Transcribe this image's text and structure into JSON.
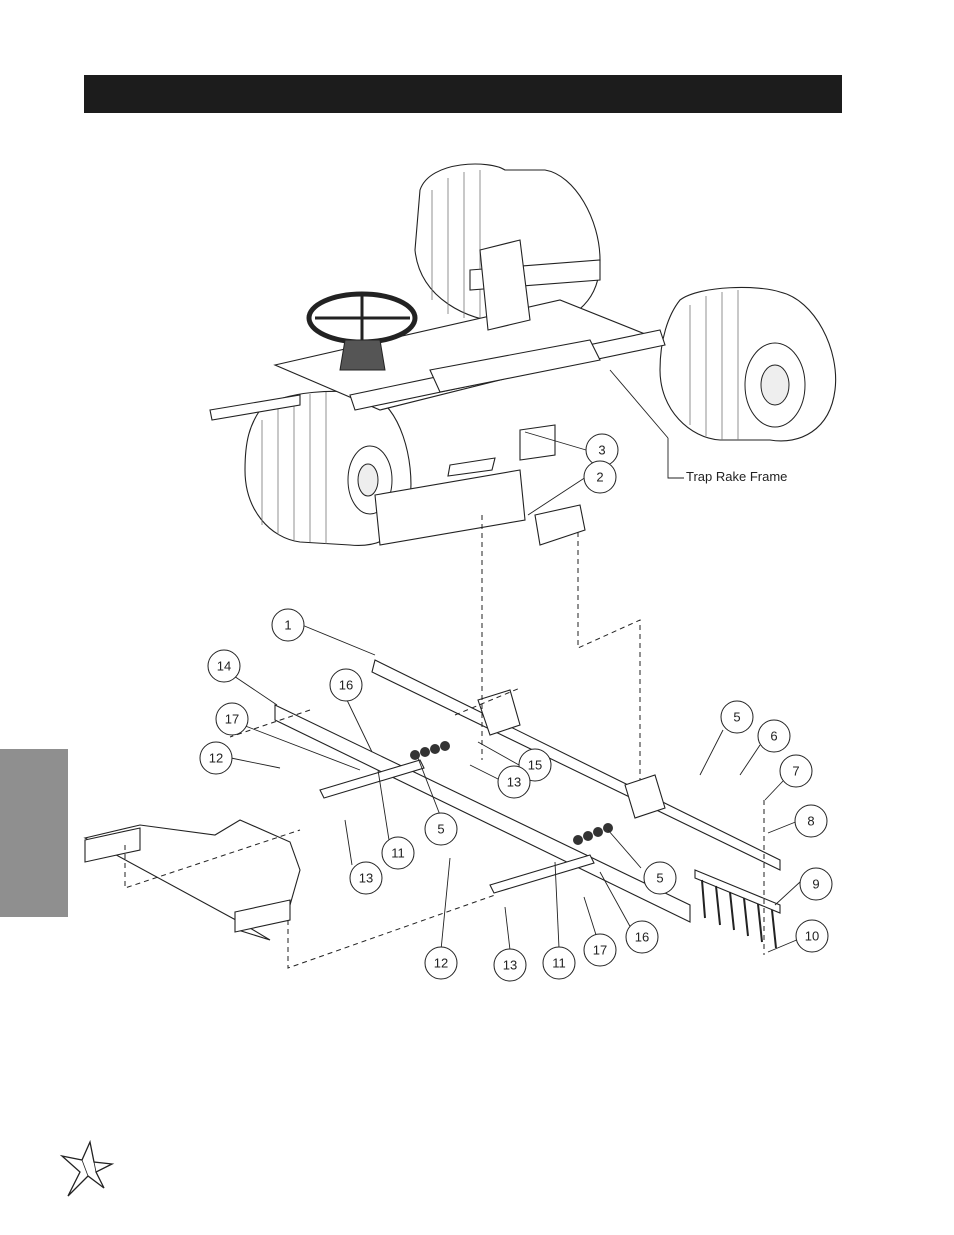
{
  "callouts": [
    {
      "id": "c3",
      "label": "3"
    },
    {
      "id": "c2",
      "label": "2"
    },
    {
      "id": "c1",
      "label": "1"
    },
    {
      "id": "c14",
      "label": "14"
    },
    {
      "id": "c16a",
      "label": "16"
    },
    {
      "id": "c17a",
      "label": "17"
    },
    {
      "id": "c12a",
      "label": "12"
    },
    {
      "id": "c15",
      "label": "15"
    },
    {
      "id": "c13a",
      "label": "13"
    },
    {
      "id": "c5a",
      "label": "5"
    },
    {
      "id": "c11a",
      "label": "11"
    },
    {
      "id": "c13b",
      "label": "13"
    },
    {
      "id": "c5b",
      "label": "5"
    },
    {
      "id": "c6",
      "label": "6"
    },
    {
      "id": "c7",
      "label": "7"
    },
    {
      "id": "c8",
      "label": "8"
    },
    {
      "id": "c5c",
      "label": "5"
    },
    {
      "id": "c9",
      "label": "9"
    },
    {
      "id": "c16b",
      "label": "16"
    },
    {
      "id": "c10",
      "label": "10"
    },
    {
      "id": "c12b",
      "label": "12"
    },
    {
      "id": "c13c",
      "label": "13"
    },
    {
      "id": "c11b",
      "label": "11"
    },
    {
      "id": "c17b",
      "label": "17"
    }
  ],
  "labels": {
    "frame": "Trap Rake Frame"
  },
  "colors": {
    "header_bar": "#1c1c1c",
    "side_tab": "#8f8f8f"
  }
}
